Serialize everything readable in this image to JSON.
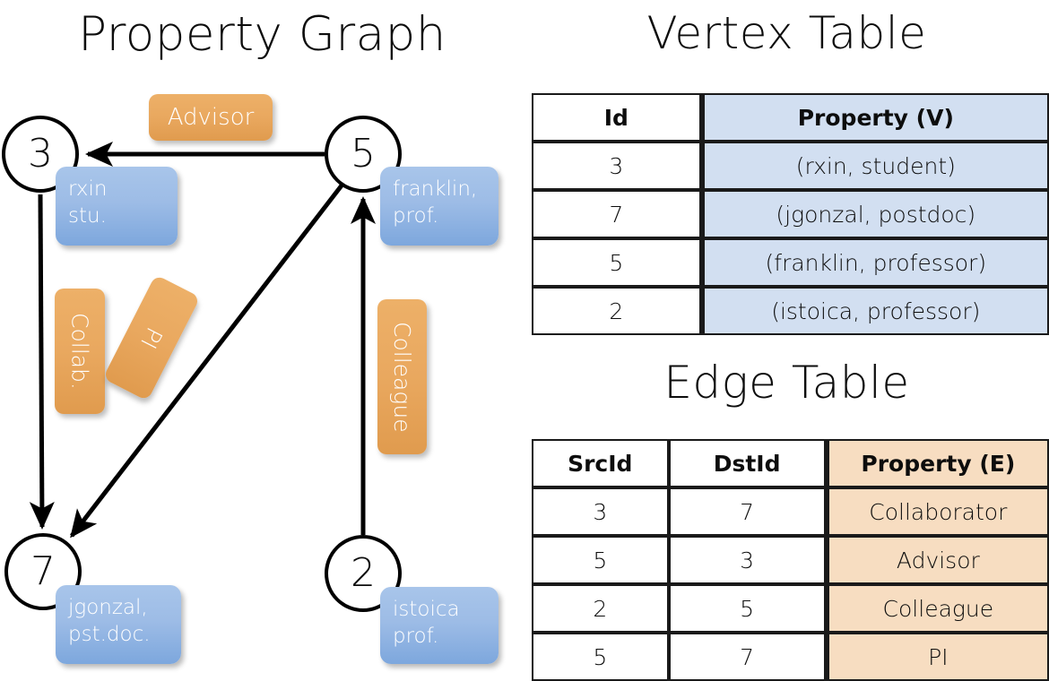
{
  "titles": {
    "property_graph": "Property Graph",
    "vertex_table": "Vertex Table",
    "edge_table": "Edge Table"
  },
  "graph": {
    "vertices": [
      {
        "id": "3",
        "property": "rxin\nstu."
      },
      {
        "id": "5",
        "property": "franklin,\nprof."
      },
      {
        "id": "7",
        "property": "jgonzal,\npst.doc."
      },
      {
        "id": "2",
        "property": "istoica\nprof."
      }
    ],
    "vertex_labels": {
      "v3": "3",
      "v5": "5",
      "v7": "7",
      "v2": "2"
    },
    "property_boxes": {
      "rxin_line1": "rxin",
      "rxin_line2": "stu.",
      "franklin_line1": "franklin,",
      "franklin_line2": "prof.",
      "jgonzal_line1": "jgonzal,",
      "jgonzal_line2": "pst.doc.",
      "istoica_line1": "istoica",
      "istoica_line2": "prof."
    },
    "edge_labels": {
      "advisor": "Advisor",
      "collab": "Collab.",
      "pi": "PI",
      "colleague": "Colleague"
    },
    "edges": [
      {
        "src": "5",
        "dst": "3",
        "label": "Advisor"
      },
      {
        "src": "3",
        "dst": "7",
        "label": "Collab."
      },
      {
        "src": "5",
        "dst": "7",
        "label": "PI"
      },
      {
        "src": "2",
        "dst": "5",
        "label": "Colleague"
      }
    ]
  },
  "vertex_table": {
    "headers": [
      "Id",
      "Property (V)"
    ],
    "rows": [
      [
        "3",
        "(rxin, student)"
      ],
      [
        "7",
        "(jgonzal, postdoc)"
      ],
      [
        "5",
        "(franklin, professor)"
      ],
      [
        "2",
        "(istoica, professor)"
      ]
    ]
  },
  "edge_table": {
    "headers": [
      "SrcId",
      "DstId",
      "Property (E)"
    ],
    "rows": [
      [
        "3",
        "7",
        "Collaborator"
      ],
      [
        "5",
        "3",
        "Advisor"
      ],
      [
        "2",
        "5",
        "Colleague"
      ],
      [
        "5",
        "7",
        "PI"
      ]
    ]
  },
  "colors": {
    "vertex_property_fill": "#9dbce6",
    "edge_label_fill": "#e9a85f",
    "vertex_table_property_fill": "#d2dff1",
    "edge_table_property_fill": "#f7ddc1",
    "stroke": "#000000",
    "background": "#ffffff"
  }
}
